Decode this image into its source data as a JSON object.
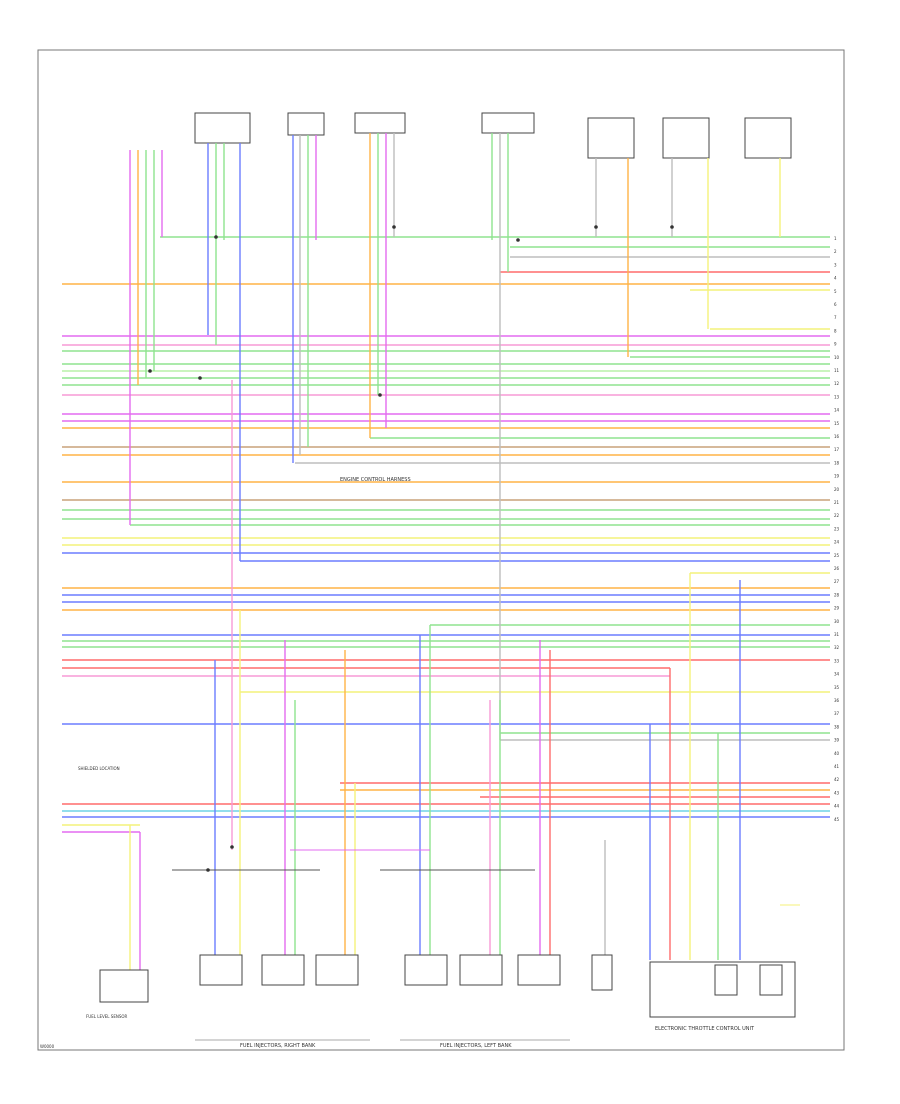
{
  "footer_code": "W0000",
  "notes": {
    "harness_note": "ENGINE CONTROL HARNESS",
    "shielded": "SHIELDED LOCATION"
  },
  "bottom_groups": [
    {
      "id": "group-right-bank",
      "label": "FUEL INJECTORS, RIGHT BANK"
    },
    {
      "id": "group-left-bank",
      "label": "FUEL INJECTORS, LEFT BANK"
    }
  ],
  "bottom_right_label": "ELECTRONIC THROTTLE CONTROL UNIT",
  "bottom_left_label": "FUEL LEVEL SENSOR",
  "right_edge_numbers": [
    "1",
    "2",
    "3",
    "4",
    "5",
    "6",
    "7",
    "8",
    "9",
    "10",
    "11",
    "12",
    "13",
    "14",
    "15",
    "16",
    "17",
    "18",
    "19",
    "20",
    "21",
    "22",
    "23",
    "24",
    "25",
    "26",
    "27",
    "28",
    "29",
    "30",
    "31",
    "32",
    "33",
    "34",
    "35",
    "36",
    "37",
    "38",
    "39",
    "40",
    "41",
    "42",
    "43",
    "44",
    "45"
  ],
  "colors": {
    "red": "#ff6b6b",
    "orange": "#ffb347",
    "yellow": "#f4f27a",
    "green": "#8fe38f",
    "blue": "#6b7dff",
    "violet": "#e36bf0",
    "pink": "#f79ad6",
    "gray": "#bdbdbd",
    "brown": "#c9a27a",
    "cyan": "#6fd3e6",
    "lightgreen": "#b8f0a8",
    "darkgray": "#555555"
  }
}
